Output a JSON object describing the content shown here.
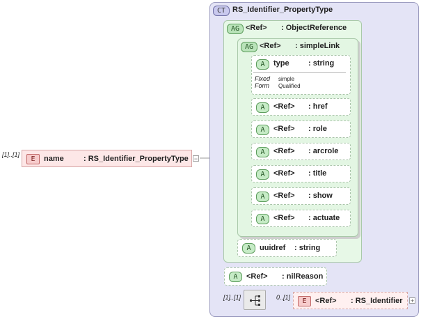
{
  "root": {
    "occurrence": "[1]..[1]",
    "badge": "E",
    "name": "name",
    "type": ": RS_Identifier_PropertyType",
    "expand": "−"
  },
  "complex_type": {
    "badge": "CT",
    "title": "RS_Identifier_PropertyType"
  },
  "object_reference": {
    "badge": "AG",
    "ref": "<Ref>",
    "type": ": ObjectReference"
  },
  "simple_link": {
    "badge": "AG",
    "ref": "<Ref>",
    "type": ": simpleLink"
  },
  "type_attr": {
    "badge": "A",
    "name": "type",
    "type": ": string",
    "fixed_label": "Fixed",
    "fixed_value": "simple",
    "form_label": "Form",
    "form_value": "Qualified"
  },
  "link_attrs": [
    {
      "badge": "A",
      "ref": "<Ref>",
      "type": ": href"
    },
    {
      "badge": "A",
      "ref": "<Ref>",
      "type": ": role"
    },
    {
      "badge": "A",
      "ref": "<Ref>",
      "type": ": arcrole"
    },
    {
      "badge": "A",
      "ref": "<Ref>",
      "type": ": title"
    },
    {
      "badge": "A",
      "ref": "<Ref>",
      "type": ": show"
    },
    {
      "badge": "A",
      "ref": "<Ref>",
      "type": ": actuate"
    }
  ],
  "uuidref": {
    "badge": "A",
    "name": "uuidref",
    "type": ": string"
  },
  "nil_reason": {
    "badge": "A",
    "ref": "<Ref>",
    "type": ": nilReason"
  },
  "sequence": {
    "occurrence": "[1]..[1]"
  },
  "rs_identifier": {
    "occurrence": "0..[1]",
    "badge": "E",
    "ref": "<Ref>",
    "type": ": RS_Identifier",
    "expand": "+"
  }
}
